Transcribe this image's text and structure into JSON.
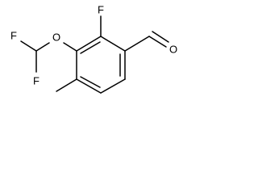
{
  "molecule": {
    "atoms": {
      "fluorine_ring": "F",
      "fluorine_top": "F",
      "fluorine_bottom": "F",
      "oxygen_ether": "O",
      "oxygen_aldehyde": "O"
    }
  },
  "colors": {
    "bond": "#000000",
    "label": "#000000",
    "background": "#ffffff"
  }
}
